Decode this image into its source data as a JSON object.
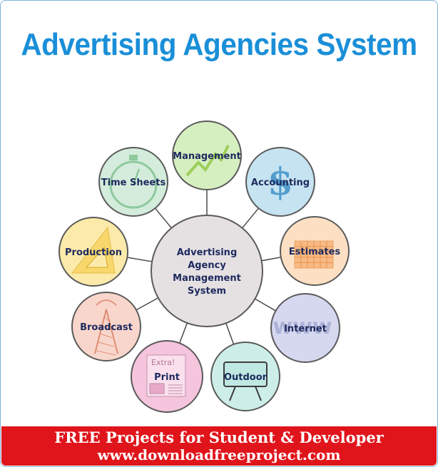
{
  "title": "Advertising Agencies System",
  "center": {
    "lines": [
      "Advertising",
      "Agency",
      "Management",
      "System"
    ]
  },
  "nodes": [
    {
      "label": "Management",
      "color": "#d6efc0",
      "icon": "growth-chart-icon"
    },
    {
      "label": "Accounting",
      "color": "#c5e3f1",
      "icon": "dollar-sign-icon"
    },
    {
      "label": "Estimates",
      "color": "#fde0c3",
      "icon": "spreadsheet-icon"
    },
    {
      "label": "Internet",
      "color": "#d6d8ef",
      "icon": "www-icon"
    },
    {
      "label": "Outdoor",
      "color": "#cdeee8",
      "icon": "billboard-icon"
    },
    {
      "label": "Print",
      "color": "#f4c5dd",
      "icon": "newspaper-icon",
      "icon_text": "Extra!"
    },
    {
      "label": "Broadcast",
      "color": "#f9d6cb",
      "icon": "antenna-tower-icon"
    },
    {
      "label": "Production",
      "color": "#fbeaa9",
      "icon": "set-square-icon"
    },
    {
      "label": "Time Sheets",
      "color": "#d4ecdb",
      "icon": "stopwatch-icon"
    }
  ],
  "footer": {
    "line1": "FREE Projects for Student  & Developer",
    "line2": "www.downloadfreeproject.com"
  }
}
